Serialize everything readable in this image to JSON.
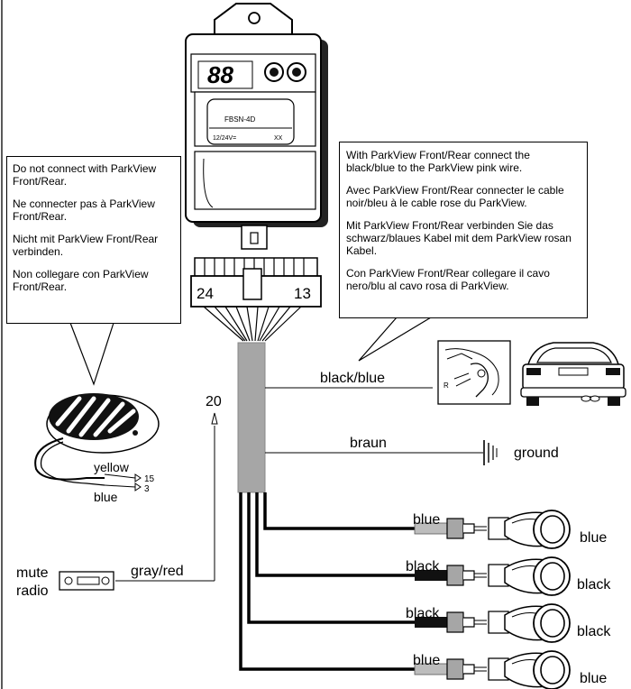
{
  "module": {
    "model": "FBSN-4D",
    "voltage": "12/24V=",
    "code": "XX",
    "display": "88",
    "pin_left": "24",
    "pin_right": "13"
  },
  "callout_left": {
    "lines": [
      "Do not connect with ParkView Front/Rear.",
      "Ne connecter pas à ParkView Front/Rear.",
      "Nicht mit ParkView Front/Rear verbinden.",
      "Non collegare con ParkView Front/Rear."
    ]
  },
  "callout_right": {
    "lines": [
      "With ParkView Front/Rear connect the black/blue to the ParkView pink wire.",
      "Avec ParkView Front/Rear connecter le cable noir/bleu à le cable rose du ParkView.",
      "Mit ParkView Front/Rear verbinden Sie das schwarz/blaues Kabel mit dem ParkView rosan Kabel.",
      "Con ParkView Front/Rear collegare il cavo nero/blu al cavo rosa di ParkView."
    ]
  },
  "wires": {
    "black_blue": "black/blue",
    "braun": "braun",
    "ground": "ground",
    "pin_20": "20",
    "gray_red": "gray/red"
  },
  "mute": {
    "line1": "mute",
    "line2": "radio"
  },
  "buzzer": {
    "yellow": "yellow",
    "blue": "blue",
    "pin15": "15",
    "pin3": "3"
  },
  "reverse_label": "R",
  "sensors": [
    {
      "wire_label": "blue",
      "sensor_label": "blue"
    },
    {
      "wire_label": "black",
      "sensor_label": "black"
    },
    {
      "wire_label": "black",
      "sensor_label": "black"
    },
    {
      "wire_label": "blue",
      "sensor_label": "blue"
    }
  ],
  "colors": {
    "cable_sheath": "#a6a6a6",
    "stripe_gray": "#bdbdbd",
    "ink": "#000000"
  }
}
